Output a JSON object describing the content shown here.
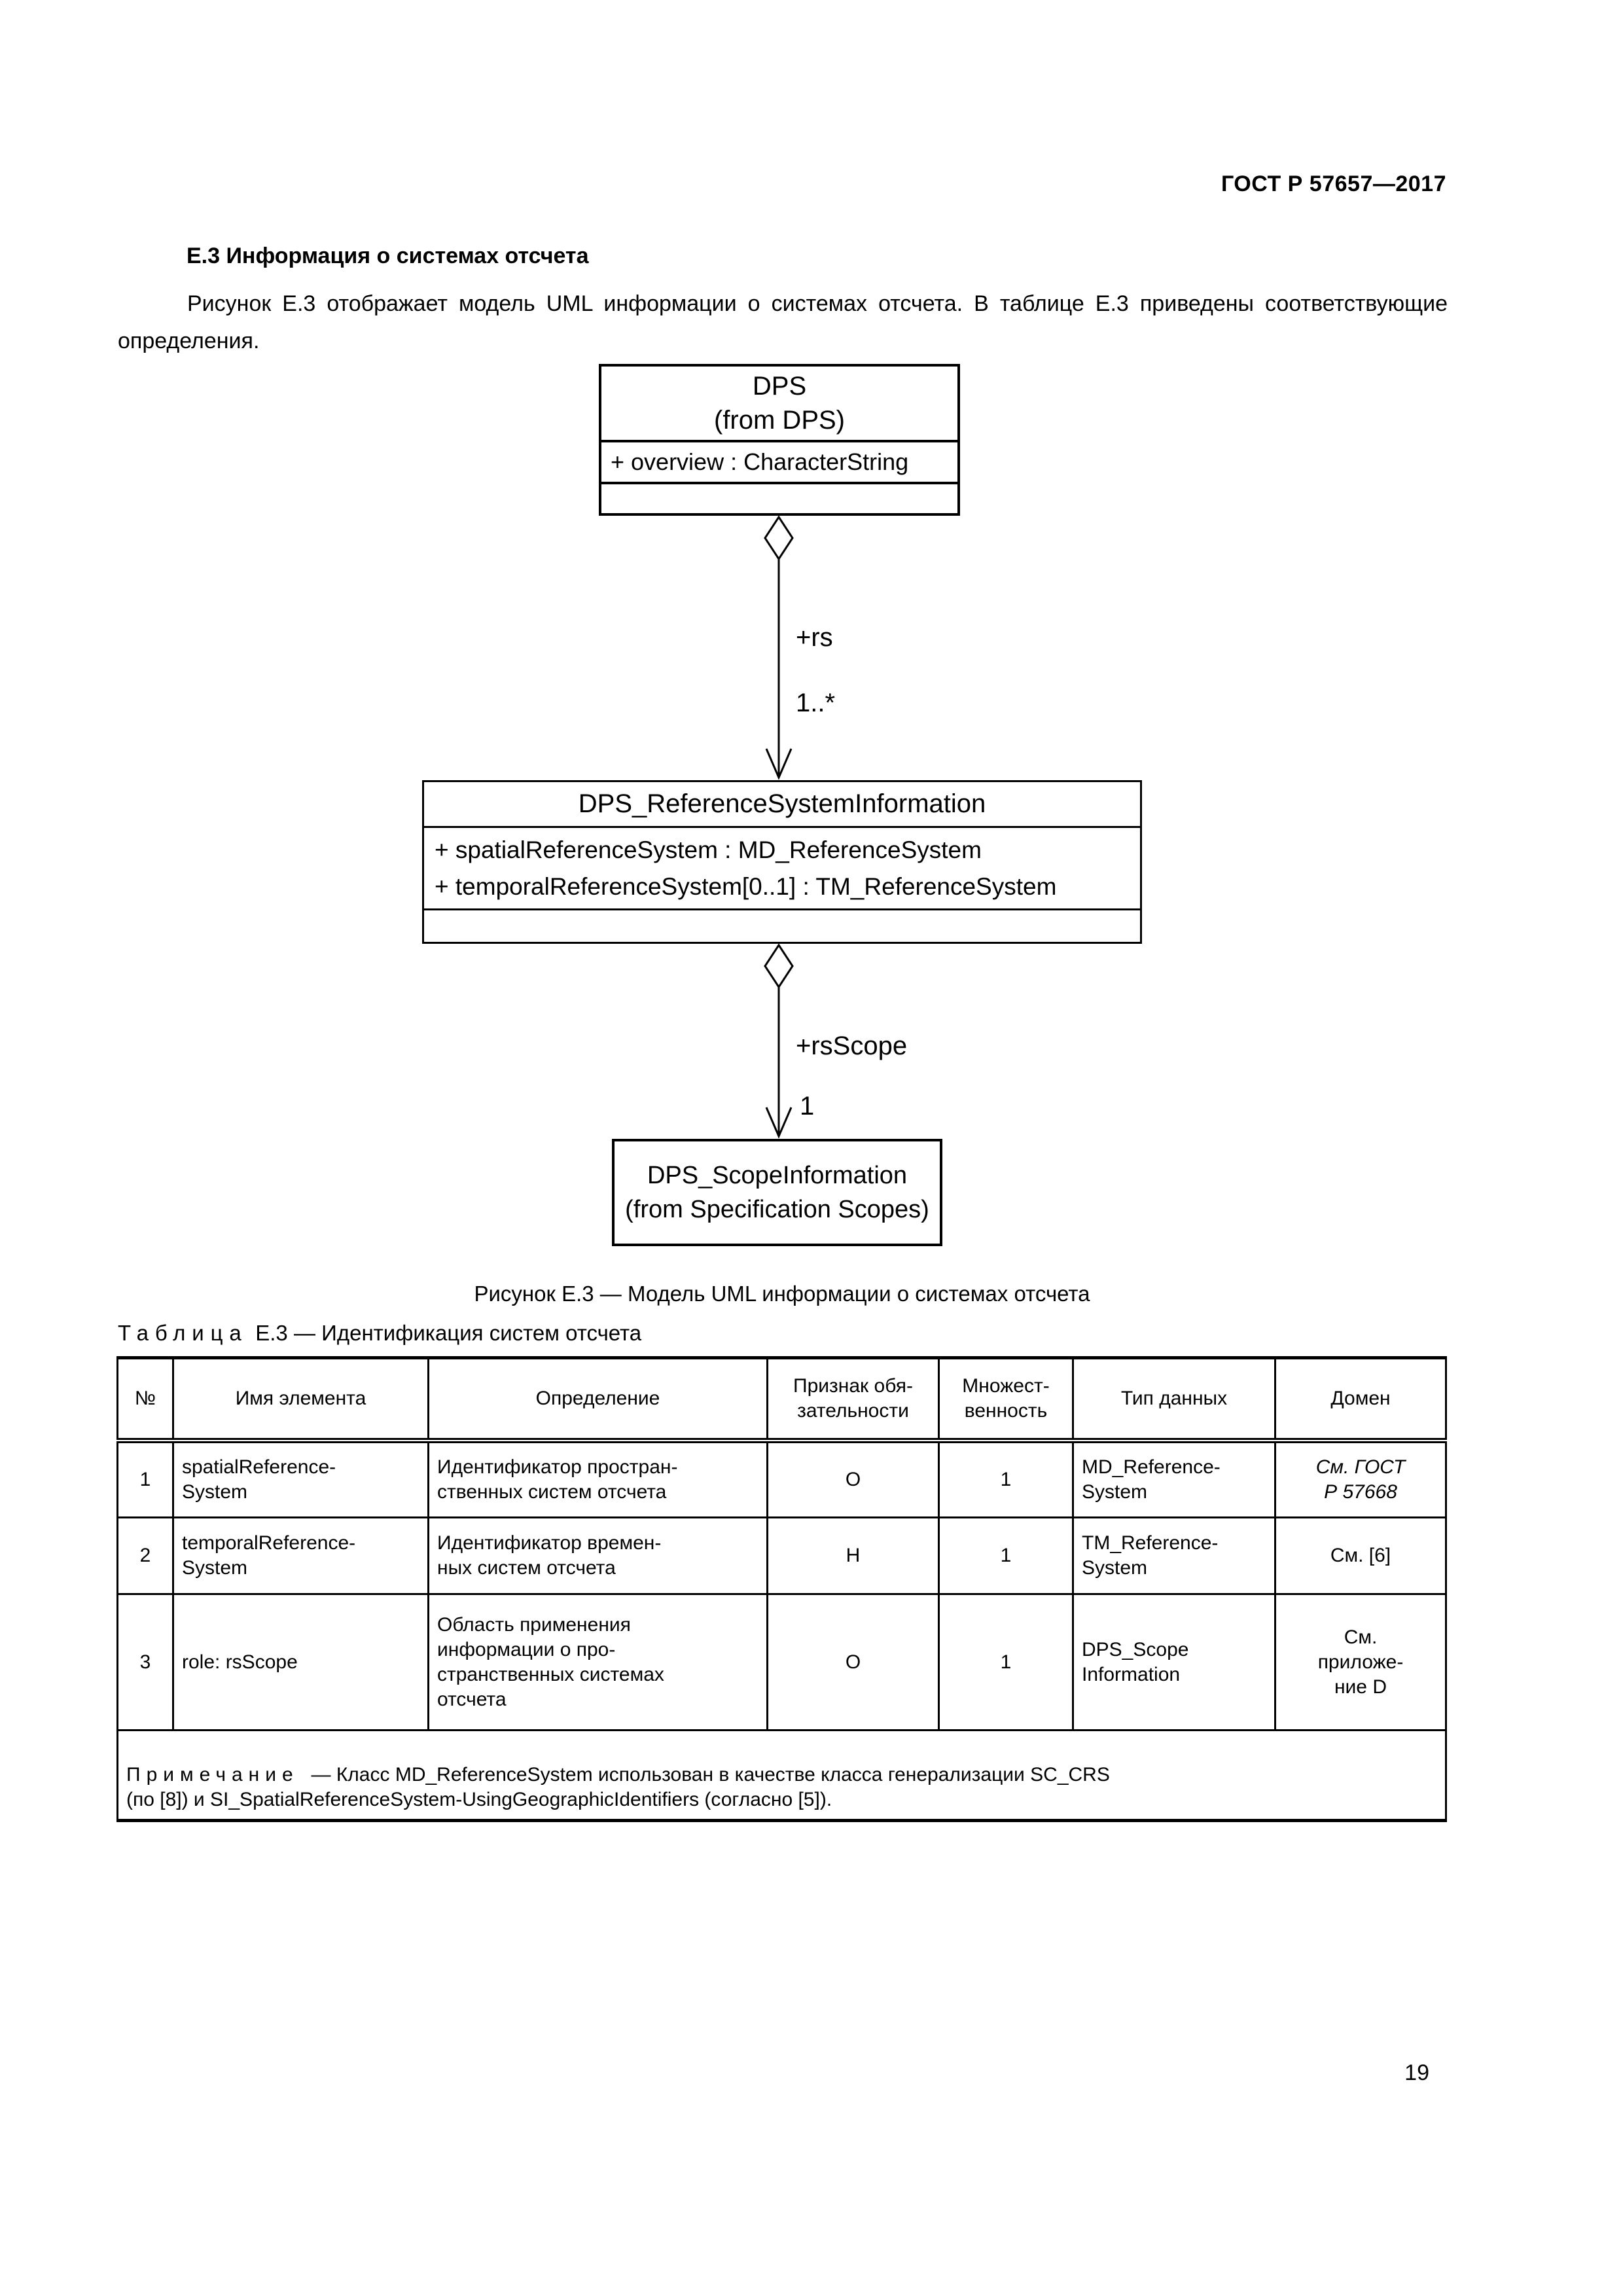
{
  "page": {
    "header": "ГОСТ Р 57657—2017",
    "page_number": "19"
  },
  "section": {
    "heading": "Е.3 Информация о системах отсчета",
    "paragraph": "Рисунок Е.3 отображает модель UML информации о системах отсчета. В таблице Е.3 приведены соответству­ющие определения."
  },
  "diagram": {
    "class_dps": {
      "title": "DPS",
      "stereotype": "(from DPS)",
      "attributes": [
        "+ overview : CharacterString"
      ]
    },
    "assoc_rs": {
      "role": "+rs",
      "multiplicity": "1..*"
    },
    "class_refsys": {
      "title": "DPS_ReferenceSystemInformation",
      "attributes": [
        "+ spatialReferenceSystem : MD_ReferenceSystem",
        "+ temporalReferenceSystem[0..1] : TM_ReferenceSystem"
      ]
    },
    "assoc_rsscope": {
      "role": "+rsScope",
      "multiplicity": "1"
    },
    "class_scope": {
      "title": "DPS_ScopeInformation",
      "stereotype": "(from Specification Scopes)"
    },
    "caption": "Рисунок Е.3 — Модель UML информации о системах отсчета"
  },
  "table": {
    "caption_label": "Таблица",
    "caption_rest": "Е.3 — Идентификация систем отсчета",
    "headers": [
      "№",
      "Имя элемента",
      "Определение",
      "Признак обя-\nзательности",
      "Множест-\nвенность",
      "Тип данных",
      "Домен"
    ],
    "rows": [
      {
        "num": "1",
        "name": "spatialReference-\nSystem",
        "definition": "Идентификатор простран-\nственных систем отсчета",
        "obligation": "О",
        "multiplicity": "1",
        "datatype": "MD_Reference-\nSystem",
        "domain": "См. ГОСТ\nР 57668"
      },
      {
        "num": "2",
        "name": "temporalReference-\nSystem",
        "definition": "Идентификатор времен-\nных систем отсчета",
        "obligation": "Н",
        "multiplicity": "1",
        "datatype": "TM_Reference-\nSystem",
        "domain": "См. [6]"
      },
      {
        "num": "3",
        "name": "role: rsScope",
        "definition": "Область применения\nинформации о про-\nстранственных системах\nотсчета",
        "obligation": "О",
        "multiplicity": "1",
        "datatype": "DPS_Scope\nInformation",
        "domain": "См.\nприложе-\nние D"
      }
    ],
    "note_label": "Примечание",
    "note_text": " — Класс MD_ReferenceSystem использован в качестве класса генерализации SC_CRS\n(по [8]) и SI_SpatialReferenceSystem-UsingGeographicIdentifiers (согласно [5])."
  }
}
